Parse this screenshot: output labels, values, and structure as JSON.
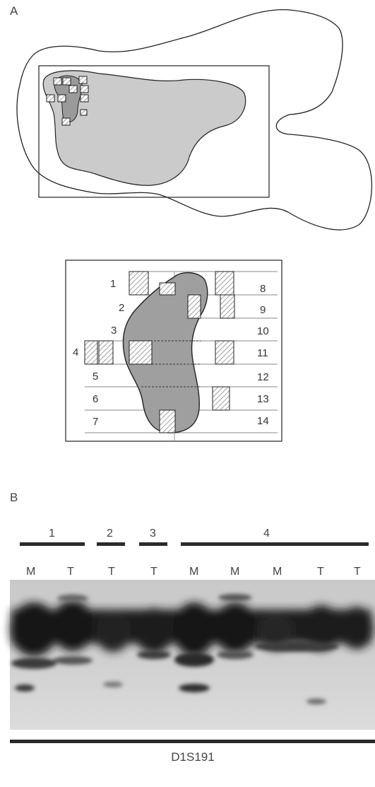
{
  "panel_a": {
    "label": "A",
    "left_numbers": [
      "1",
      "2",
      "3",
      "4",
      "5",
      "6",
      "7"
    ],
    "right_numbers": [
      "8",
      "9",
      "10",
      "11",
      "12",
      "13",
      "14"
    ]
  },
  "panel_b": {
    "label": "B",
    "groups": [
      "1",
      "2",
      "3",
      "4"
    ],
    "lanes": [
      "M",
      "T",
      "T",
      "T",
      "M",
      "M",
      "M",
      "T",
      "T"
    ],
    "marker_label": "D1S191"
  }
}
